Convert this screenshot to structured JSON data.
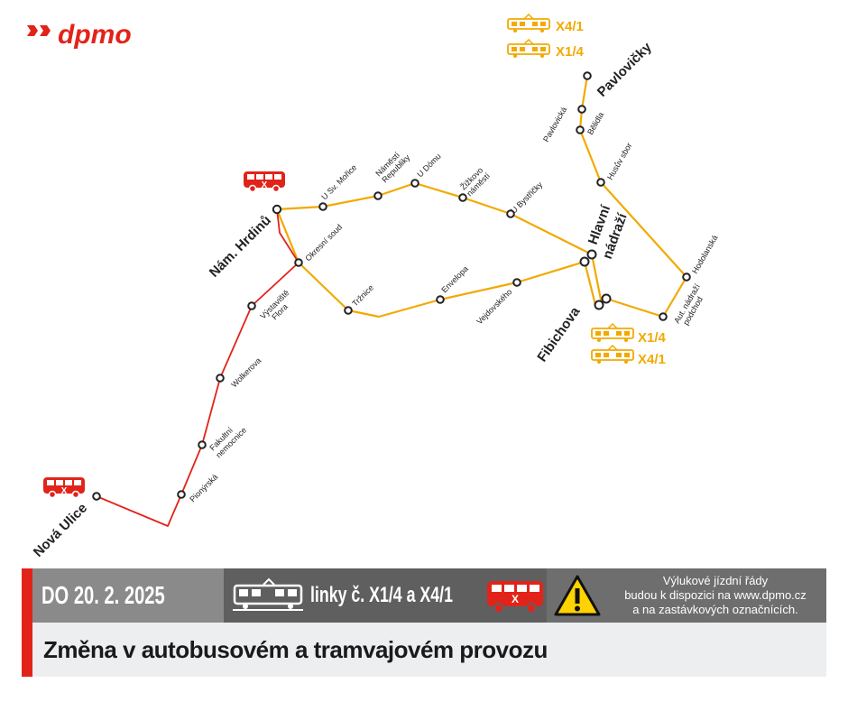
{
  "logo": {
    "text": "dpmo"
  },
  "badges": {
    "top_first": "X4/1",
    "top_second": "X1/4",
    "bottom_first": "X1/4",
    "bottom_second": "X4/1",
    "bus_mark": "X"
  },
  "stations": {
    "major": {
      "pavlovicky": "Pavlovičky",
      "nam_hrdinu": "Nám. Hrdinů",
      "hlavni_nadrazi_1": "Hlavní",
      "hlavni_nadrazi_2": "nádraží",
      "fibichova": "Fibichova",
      "nova_ulice": "Nová Ulice"
    },
    "minor": {
      "pavlovicka": "Pavlovická",
      "belidla": "Bělidla",
      "husuv_sbor": "Husův sbor",
      "hodolanska": "Hodolanská",
      "aut_nadrazi_1": "Aut. nádraží",
      "aut_nadrazi_2": "podchod",
      "u_sv_morice": "U Sv. Mořice",
      "namesti_republiky_1": "Náměstí",
      "namesti_republiky_2": "Republiky",
      "u_domu": "U Dómu",
      "zizkovo_1": "Žižkovo",
      "zizkovo_2": "náměstí",
      "u_bystricky": "U Bystřičky",
      "okresni_soud": "Okresní soud",
      "trznice": "Tržnice",
      "envelopa": "Envelopa",
      "vejdovskeho": "Vejdovského",
      "vystaviste_1": "Výstaviště",
      "vystaviste_2": "Flora",
      "wolkerova": "Wolkerova",
      "fakultni_1": "Fakultní",
      "fakultni_2": "nemocnice",
      "pionyrska": "Pionýrská"
    }
  },
  "footer": {
    "date": "DO 20. 2. 2025",
    "lines": "linky č. X1/4 a X4/1",
    "info_line1": "Výlukové jízdní řády",
    "info_line2": "budou k dispozici na www.dpmo.cz",
    "info_line3": "a na zastávkových označnících.",
    "title": "Změna v autobusovém a tramvajovém provozu"
  },
  "colors": {
    "tram_line": "#F2A900",
    "bus_line": "#E2231A",
    "brand_red": "#E2231A"
  }
}
